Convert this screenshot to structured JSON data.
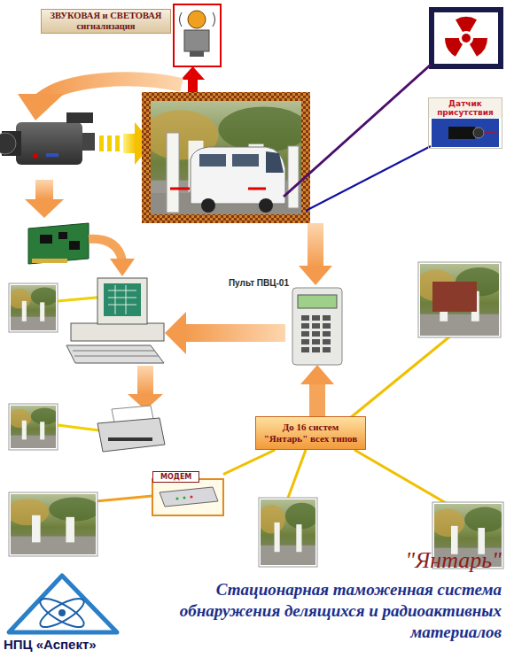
{
  "diagram": {
    "title": "\"Янтарь\"",
    "caption": "Стационарная таможенная система обнаружения делящихся и радиоактивных материалов",
    "nodes": [
      {
        "text": [
          "ЗВУКОВАЯ и СВЕТОВАЯ сигнализация"
        ]
      },
      {
        "text": [
          "Датчик присутствия"
        ]
      },
      {
        "text": [
          "Пульт ПВЦ-01"
        ]
      },
      {
        "text": [
          "До 16 систем \"Янтарь\" всех типов"
        ]
      },
      {
        "text": [
          "МОДЕМ"
        ]
      }
    ],
    "edges": [
      {
        "from": 3,
        "to": 2,
        "arrow": "to"
      },
      {
        "from": 3,
        "to": 4,
        "arrow": "none"
      }
    ],
    "labels": [
      "НПЦ «Аспект»"
    ]
  }
}
